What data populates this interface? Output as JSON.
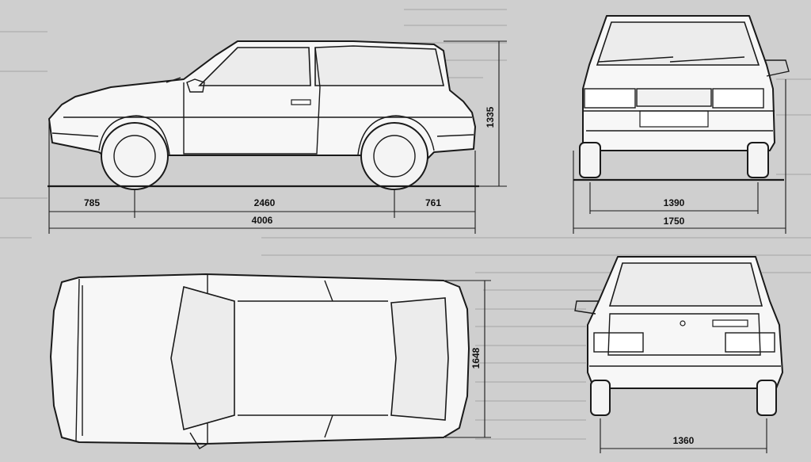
{
  "drawing": {
    "side_view": {
      "height_label": "1335",
      "front_overhang_label": "785",
      "wheelbase_label": "2460",
      "rear_overhang_label": "761",
      "length_label": "4006"
    },
    "front_view": {
      "front_track_label": "1390",
      "width_label": "1750"
    },
    "top_view": {
      "width_label": "1648"
    },
    "rear_view": {
      "rear_track_label": "1360"
    }
  },
  "colors": {
    "paper": "#cfcfcf",
    "ink": "#1a1a1a",
    "car_fill": "#f7f7f7"
  }
}
